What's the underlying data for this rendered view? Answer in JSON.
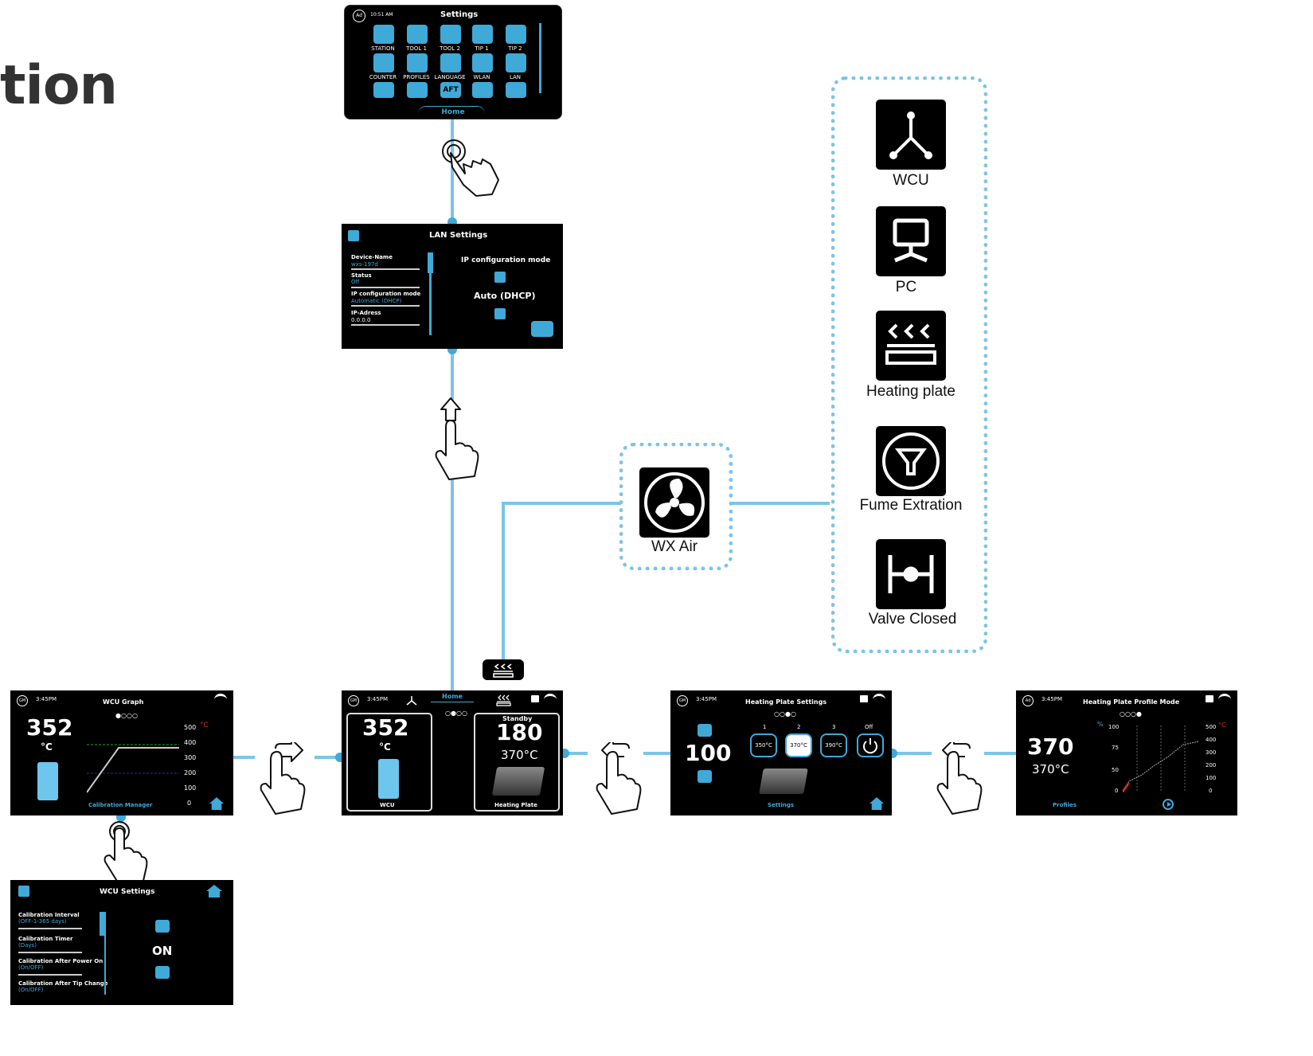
{
  "page_title_partial": "tion",
  "settings_screen": {
    "time": "10:51 AM",
    "title": "Settings",
    "avatar": "Ad",
    "items": [
      "STATION",
      "TOOL 1",
      "TOOL 2",
      "TIP 1",
      "TIP 2",
      "COUNTER",
      "PROFILES",
      "LANGUAGE",
      "WLAN",
      "LAN"
    ],
    "aft_label": "AFT",
    "home_tab": "Home"
  },
  "lan_screen": {
    "title": "LAN Settings",
    "fields": [
      {
        "label": "Device-Name",
        "value": "wxs-197d"
      },
      {
        "label": "Status",
        "value": "Off"
      },
      {
        "label": "IP configuration mode",
        "value": "Automatic (DHCP)"
      },
      {
        "label": "IP-Adress",
        "value": "0.0.0.0"
      }
    ],
    "mode_title": "IP configuration mode",
    "mode_value": "Auto (DHCP)"
  },
  "device_panel": {
    "items": [
      "WCU",
      "PC",
      "Heating plate",
      "Fume Extration",
      "Valve Closed"
    ]
  },
  "wx_air": {
    "label": "WX Air"
  },
  "wcu_graph_screen": {
    "avatar": "GM",
    "time": "3:45PM",
    "title": "WCU Graph",
    "temp": "352",
    "unit": "°C",
    "axis_ticks": [
      "500",
      "400",
      "300",
      "200",
      "100",
      "0"
    ],
    "axis_unit": "°C",
    "footer": "Calibration Manager"
  },
  "home_screen": {
    "avatar": "GM",
    "time": "3:45PM",
    "tab": "Home",
    "left_temp": "352",
    "left_unit": "°C",
    "left_label": "WCU",
    "standby": "Standby",
    "right_temp": "180",
    "right_set": "370°C",
    "right_label": "Heating Plate"
  },
  "hp_settings_screen": {
    "avatar": "GM",
    "time": "3:45PM",
    "title": "Heating Plate Settings",
    "value": "100",
    "presets": [
      {
        "num": "1",
        "label": "350°C"
      },
      {
        "num": "2",
        "label": "370°C"
      },
      {
        "num": "3",
        "label": "390°C"
      }
    ],
    "off_label": "Off",
    "footer": "Settings"
  },
  "hp_profile_screen": {
    "avatar": "Ad",
    "time": "3:45PM",
    "title": "Heating Plate Profile Mode",
    "temp": "370",
    "set": "370°C",
    "percent_ticks": [
      "100",
      "75",
      "50",
      "0"
    ],
    "percent_unit": "%",
    "temp_ticks": [
      "500",
      "400",
      "300",
      "200",
      "100",
      "0"
    ],
    "temp_unit": "°C",
    "footer": "Profiles"
  },
  "wcu_settings_screen": {
    "title": "WCU Settings",
    "fields": [
      {
        "label": "Calibration Interval",
        "sub": "(OFF-1-365 days)"
      },
      {
        "label": "Calibration Timer",
        "sub": "(Days)"
      },
      {
        "label": "Calibration After Power On",
        "sub": "(On/OFF)"
      },
      {
        "label": "Calibration After Tip Change",
        "sub": "(On/OFF)"
      }
    ],
    "value": "ON"
  },
  "colors": {
    "accent": "#3fa9d8",
    "screen_bg": "#000000",
    "connector": "#7cc4e6"
  }
}
